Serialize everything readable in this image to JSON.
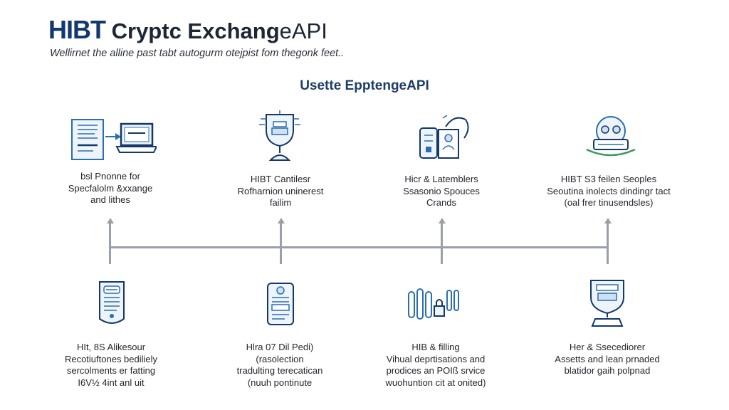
{
  "header": {
    "brand": "HIBT",
    "title_rest": " Cryptc Exchang",
    "title_api": "eAPI",
    "subtitle": "Wellirnet the alline past tabt autogurm otejpist fom thegonk feet.."
  },
  "section_heading": "Usette EpptengeAPI",
  "colors": {
    "brand_navy": "#13386e",
    "icon_blue": "#2a6fb0",
    "timeline_gray": "#9aa0a9",
    "accent_green": "#3a9a5a"
  },
  "top_nodes": [
    {
      "icon": "document-to-laptop-icon",
      "lines": [
        "bsl Pnonne for",
        "Specfalolm &xxange",
        "and lithes"
      ]
    },
    {
      "icon": "trophy-chalice-icon",
      "lines": [
        "HIBT Cantilesr",
        "Rofharnion uninerest",
        "failim"
      ]
    },
    {
      "icon": "phone-and-person-icon",
      "lines": [
        "Hicr & Latemblers",
        "Ssasonio Spouces",
        "Crands"
      ]
    },
    {
      "icon": "globe-on-platform-icon",
      "lines": [
        "HIBT  S3 feilen Seoples",
        "Seoutina inolects dindingr tact",
        "(oal frer tinusendsles)"
      ]
    }
  ],
  "bottom_nodes": [
    {
      "icon": "shield-checklist-icon",
      "lines": [
        "HIt, 8S Alikesour",
        "Recotiuftones bediliely",
        "sercolments er fatting",
        "I6V½ 4int anl uit"
      ]
    },
    {
      "icon": "certificate-scroll-icon",
      "lines": [
        "Hlra 07 Dil Pedi)",
        "(rasolection",
        "tradulting terecatican",
        "(nuuh pontinute"
      ]
    },
    {
      "icon": "servers-and-lock-icon",
      "lines": [
        "HIB & filling",
        "Vihual deprtisations and",
        "prodices an POIß srvice",
        "wuohuntion cit at onited)"
      ]
    },
    {
      "icon": "robot-support-icon",
      "lines": [
        "Her & Ssecediorer",
        "Assetts and lean prnaded",
        "blatidor gaih polpnad"
      ]
    }
  ]
}
